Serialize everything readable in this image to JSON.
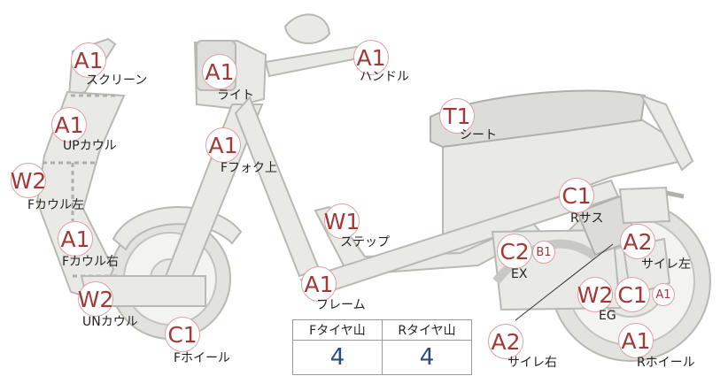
{
  "parts": [
    {
      "id": "screen",
      "grade": "A1",
      "label": "スクリーン"
    },
    {
      "id": "light",
      "grade": "A1",
      "label": "ライト"
    },
    {
      "id": "handle",
      "grade": "A1",
      "label": "ハンドル"
    },
    {
      "id": "up-cowl",
      "grade": "A1",
      "label": "UPカウル"
    },
    {
      "id": "seat",
      "grade": "T1",
      "label": "シート"
    },
    {
      "id": "f-fork-upper",
      "grade": "A1",
      "label": "Fフォク上"
    },
    {
      "id": "f-cowl-left",
      "grade": "W2",
      "label": "Fカウル左"
    },
    {
      "id": "step",
      "grade": "W1",
      "label": "ステップ"
    },
    {
      "id": "r-suspension",
      "grade": "C1",
      "label": "Rサス"
    },
    {
      "id": "f-cowl-right",
      "grade": "A1",
      "label": "Fカウル右"
    },
    {
      "id": "muffler-left",
      "grade": "A2",
      "label": "サイレ左"
    },
    {
      "id": "exhaust",
      "grade": "C2",
      "sub_grade": "B1",
      "label": "EX"
    },
    {
      "id": "frame",
      "grade": "A1",
      "label": "フレーム"
    },
    {
      "id": "un-cowl",
      "grade": "W2",
      "label": "UNカウル"
    },
    {
      "id": "engine",
      "grade": "W2",
      "grade2": "C1",
      "sub_grade": "A1",
      "label": "EG"
    },
    {
      "id": "f-wheel",
      "grade": "C1",
      "label": "Fホイール"
    },
    {
      "id": "muffler-right",
      "grade": "A2",
      "label": "サイレ右"
    },
    {
      "id": "r-wheel",
      "grade": "A1",
      "label": "Rホイール"
    }
  ],
  "tire_tread": {
    "headers": [
      "Fタイヤ山",
      "Rタイヤ山"
    ],
    "values": [
      "4",
      "4"
    ]
  },
  "colors": {
    "grade_text": "#a33838",
    "tread_value": "#2a4a85",
    "body_fill": "#e9e9e6"
  }
}
